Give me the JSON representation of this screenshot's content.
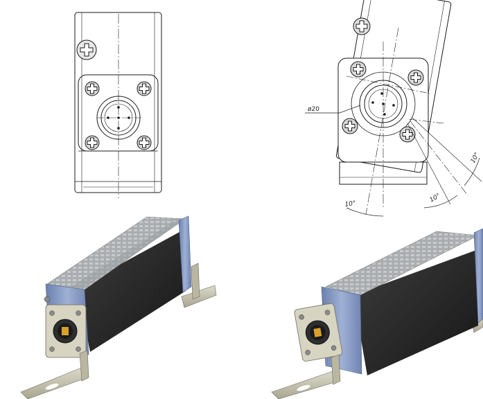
{
  "drawings": {
    "front_view": {},
    "tilted_view": {
      "diameter_label": "ø20",
      "angle_labels": [
        "10°",
        "10°",
        "10°"
      ]
    }
  },
  "renders": {
    "straight_mount": {},
    "tilted_mount": {}
  },
  "colors": {
    "line": "#1a1a1a",
    "body_dark": "#2b2b2b",
    "end_cap_blue": "#7f93bd",
    "bracket_tan": "#c9c6b2",
    "led_strip_grey": "#a8acae"
  }
}
